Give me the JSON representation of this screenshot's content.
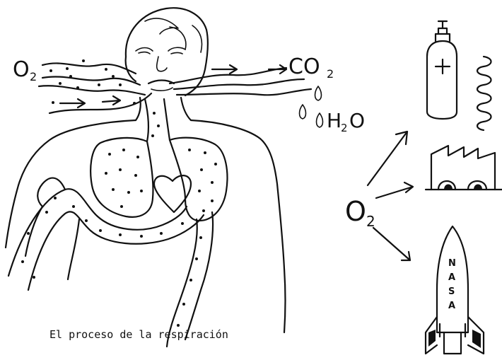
{
  "caption": "El proceso de la respiración",
  "labels": {
    "oxygen_in": "O",
    "oxygen_in_sub": "2",
    "carbon_dioxide": "CO",
    "carbon_dioxide_sub": "2",
    "water": "H",
    "water_sub": "2",
    "water_end": "O",
    "oxygen_center": "O",
    "oxygen_center_sub": "2",
    "rocket_text": [
      "N",
      "A",
      "S",
      "A"
    ]
  }
}
